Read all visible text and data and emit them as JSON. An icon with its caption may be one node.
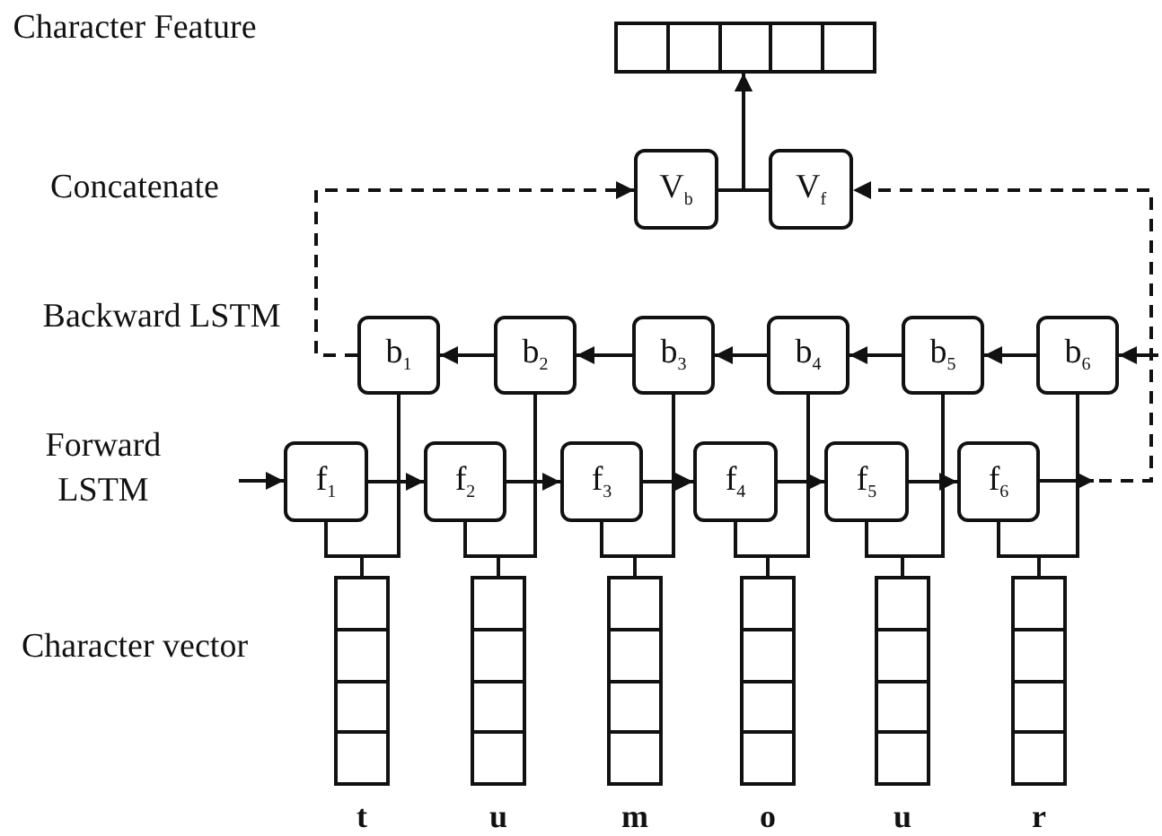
{
  "diagram": {
    "nodes": [
      {
        "text": [],
        "shape": "box"
      },
      {
        "text": [
          "V$_{b}$"
        ]
      },
      {
        "text": [
          "V$_{f}$"
        ]
      },
      {
        "text": [
          "b$_{1}$"
        ]
      },
      {
        "text": [
          "b$_{2}$"
        ]
      },
      {
        "text": [
          "b$_{3}$"
        ]
      },
      {
        "text": [
          "b$_{4}$"
        ]
      },
      {
        "text": [
          "b$_{5}$"
        ]
      },
      {
        "text": [
          "b$_{6}$"
        ]
      },
      {
        "text": [
          "f$_{1}$"
        ]
      },
      {
        "text": [
          "f$_{2}$"
        ]
      },
      {
        "text": [
          "f$_{3}$"
        ]
      },
      {
        "text": [
          "f$_{4}$"
        ]
      },
      {
        "text": [
          "f$_{5}$"
        ]
      },
      {
        "text": [
          "f$_{6}$"
        ]
      },
      {
        "text": [],
        "shape": "box",
        "beside": [
          "t"
        ]
      },
      {
        "text": [],
        "shape": "box",
        "beside": [
          "u"
        ]
      },
      {
        "text": [],
        "shape": "box",
        "beside": [
          "m"
        ]
      },
      {
        "text": [],
        "shape": "box",
        "beside": [
          "o"
        ]
      },
      {
        "text": [],
        "shape": "box",
        "beside": [
          "u"
        ]
      },
      {
        "text": [],
        "shape": "box",
        "beside": [
          "r"
        ]
      }
    ],
    "edges": [
      {
        "from": 1,
        "to": 0,
        "arrow": "to"
      },
      {
        "from": 2,
        "to": 0,
        "arrow": "to"
      },
      {
        "from": 3,
        "to": 1,
        "arrow": "to",
        "style": "dashed"
      },
      {
        "from": null,
        "to": 2,
        "arrow": "to",
        "style": "dashed"
      },
      {
        "from": 14,
        "to": null,
        "arrow": "to"
      },
      {
        "from": null,
        "to": 8,
        "arrow": "to"
      },
      {
        "from": 8,
        "to": 7,
        "arrow": "to"
      },
      {
        "from": 7,
        "to": 6,
        "arrow": "to"
      },
      {
        "from": 6,
        "to": 5,
        "arrow": "to"
      },
      {
        "from": 5,
        "to": 4,
        "arrow": "to"
      },
      {
        "from": 4,
        "to": 3,
        "arrow": "to"
      },
      {
        "from": null,
        "to": 9,
        "arrow": "to"
      },
      {
        "from": 9,
        "to": 10,
        "arrow": "to"
      },
      {
        "from": 10,
        "to": 11,
        "arrow": "to"
      },
      {
        "from": 11,
        "to": 12,
        "arrow": "to"
      },
      {
        "from": 12,
        "to": 13,
        "arrow": "to"
      },
      {
        "from": 13,
        "to": 14,
        "arrow": "to"
      },
      {
        "from": 15,
        "to": 9,
        "arrow": "none"
      },
      {
        "from": 15,
        "to": 3,
        "arrow": "none"
      },
      {
        "from": 16,
        "to": 10,
        "arrow": "none"
      },
      {
        "from": 16,
        "to": 4,
        "arrow": "none"
      },
      {
        "from": 17,
        "to": 11,
        "arrow": "none"
      },
      {
        "from": 17,
        "to": 5,
        "arrow": "none"
      },
      {
        "from": 18,
        "to": 12,
        "arrow": "none"
      },
      {
        "from": 18,
        "to": 6,
        "arrow": "none"
      },
      {
        "from": 19,
        "to": 13,
        "arrow": "none"
      },
      {
        "from": 19,
        "to": 7,
        "arrow": "none"
      },
      {
        "from": 20,
        "to": 14,
        "arrow": "none"
      },
      {
        "from": 20,
        "to": 8,
        "arrow": "none"
      }
    ],
    "labels": [
      "Character Feature",
      "Concatenate",
      "Backward LSTM",
      "Forward LSTM",
      "Character vector"
    ]
  }
}
